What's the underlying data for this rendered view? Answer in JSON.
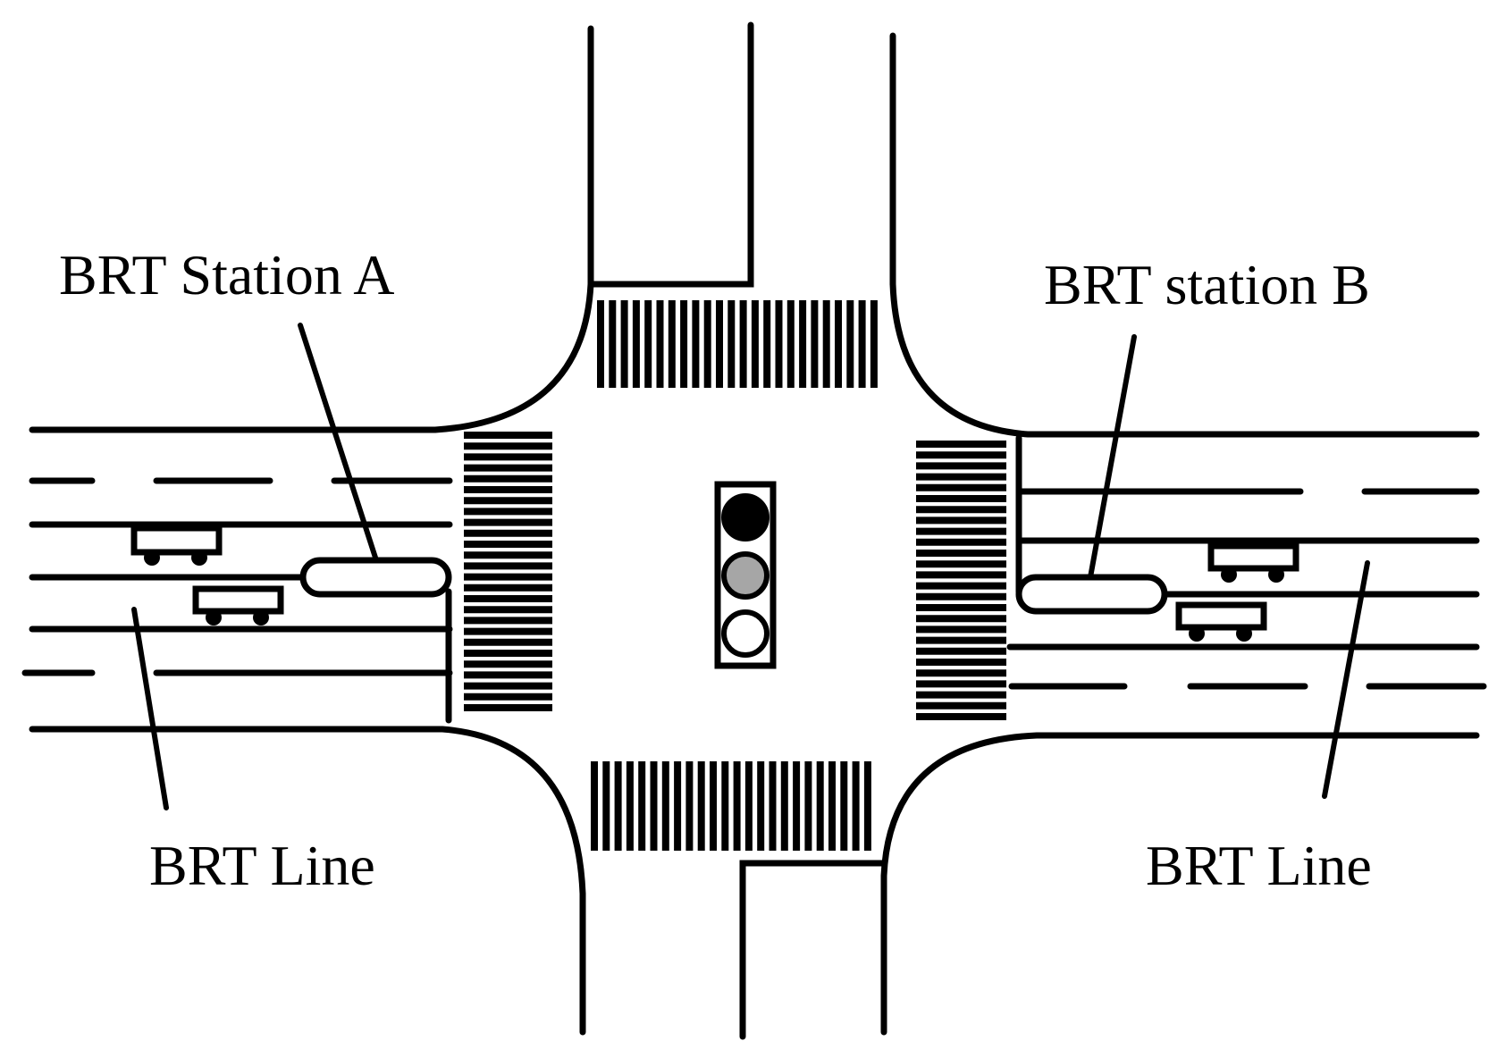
{
  "labels": {
    "station_a": "BRT Station A",
    "station_b": "BRT station B",
    "line_left": "BRT Line",
    "line_right": "BRT Line"
  },
  "traffic_light": {
    "lamps": [
      {
        "state": "red",
        "color": "#000000"
      },
      {
        "state": "yellow",
        "color": "#a6a6a6"
      },
      {
        "state": "green",
        "color": "#ffffff"
      }
    ]
  },
  "colors": {
    "stroke": "#000000",
    "background": "#ffffff"
  }
}
